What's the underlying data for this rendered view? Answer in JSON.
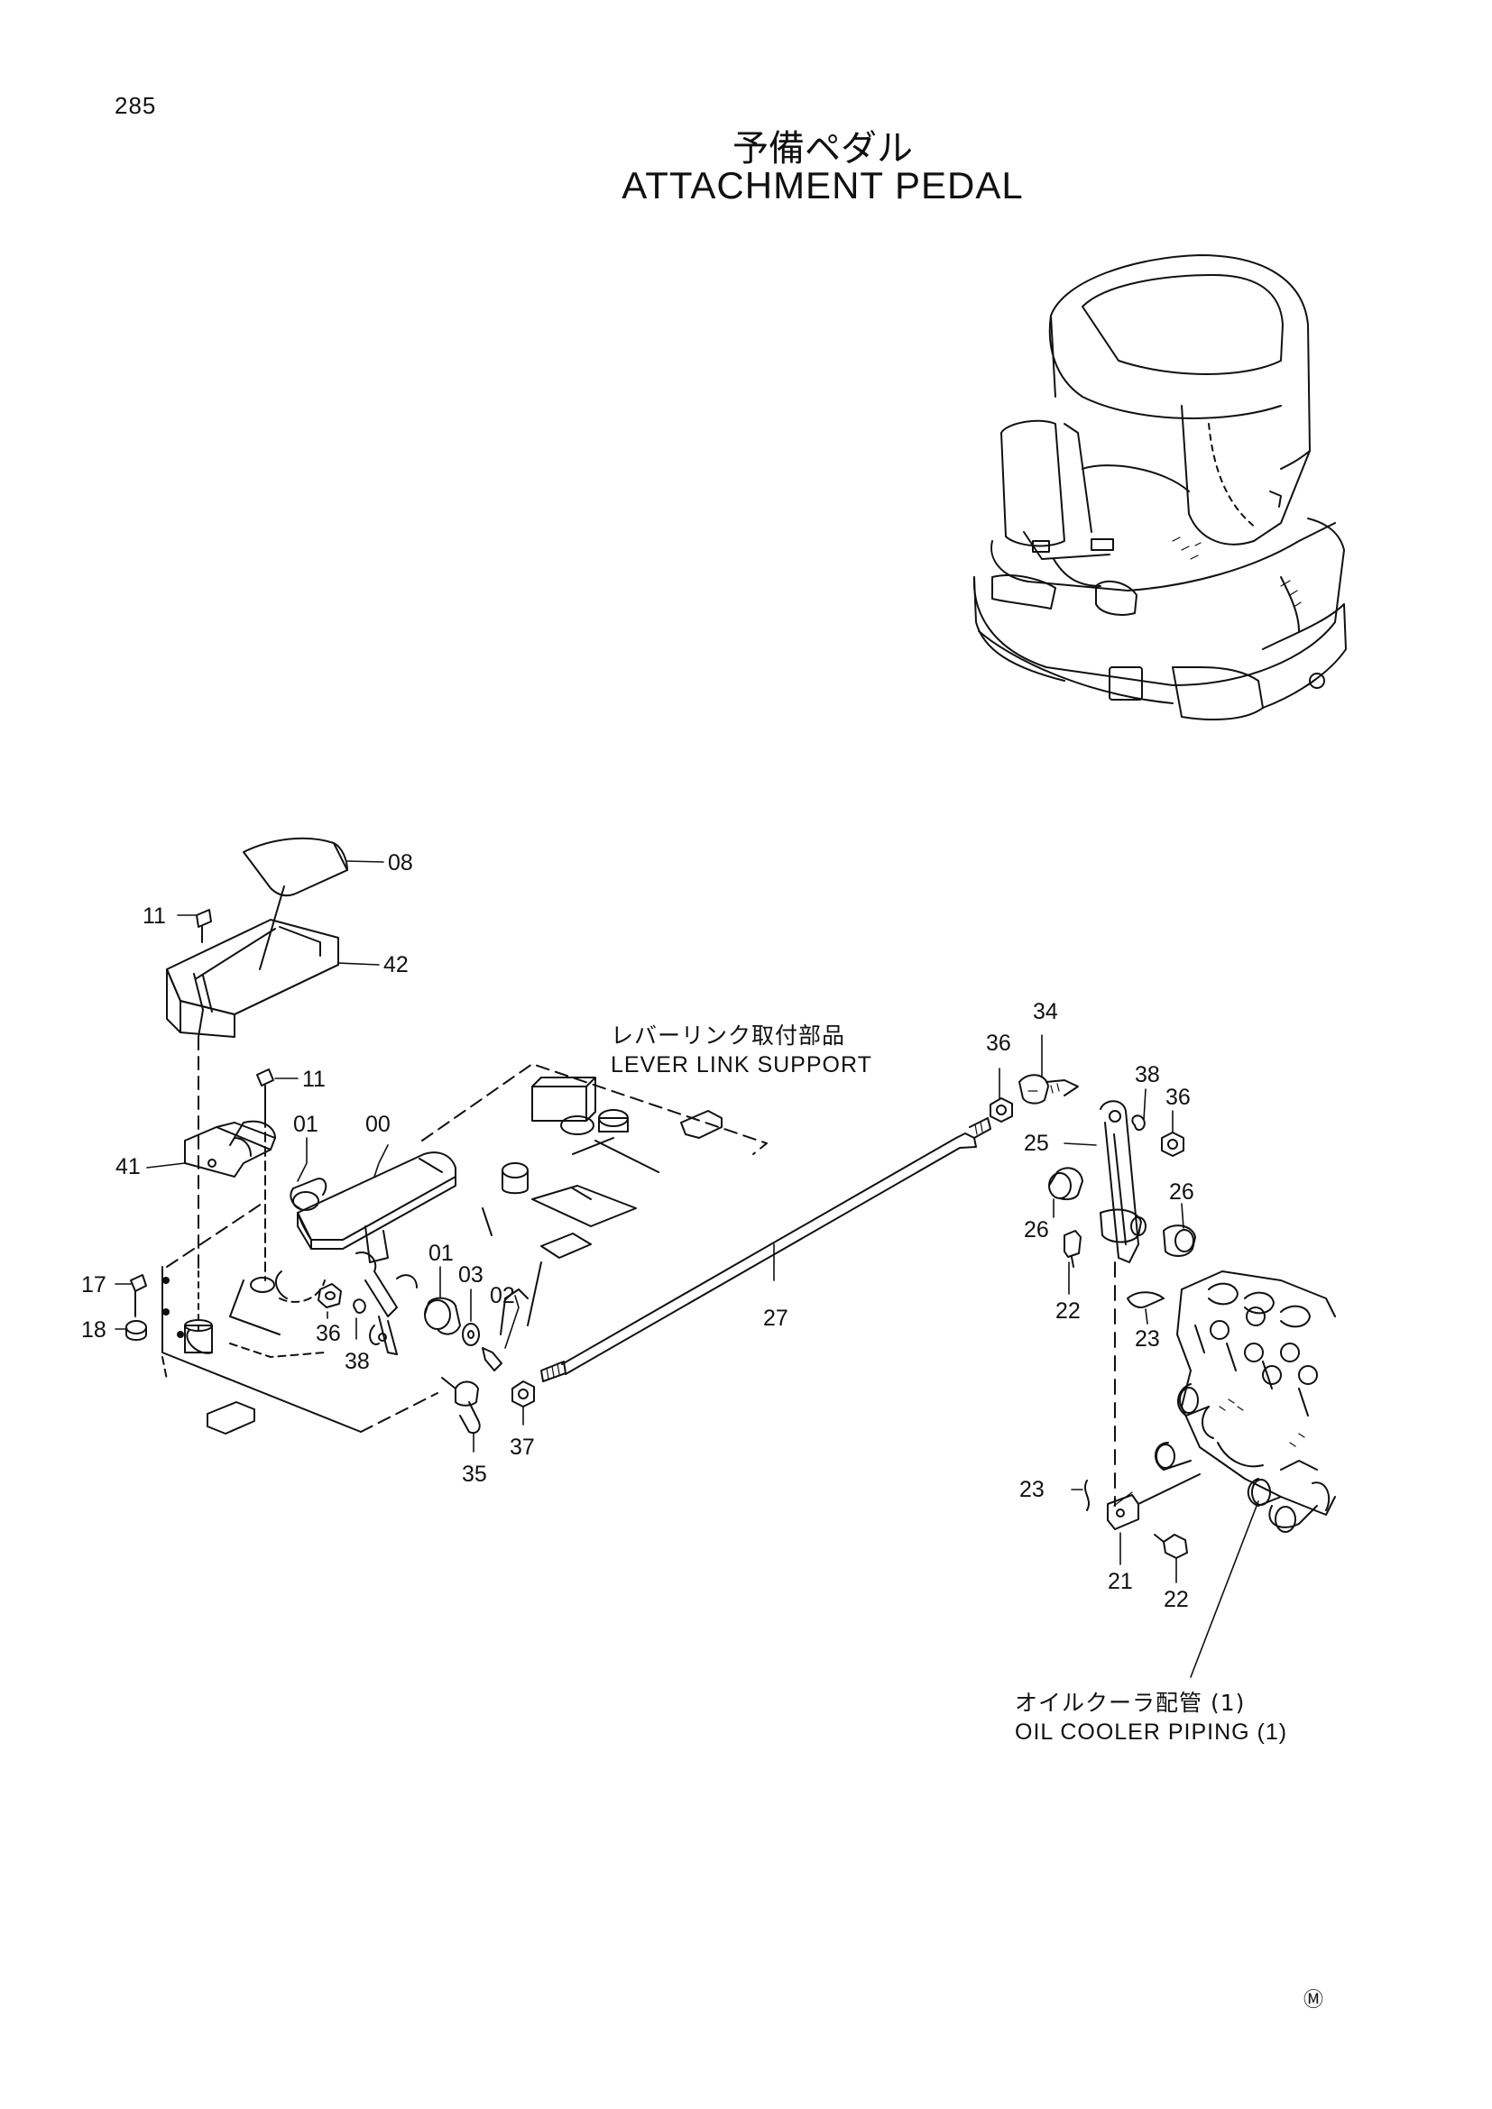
{
  "page": {
    "number": "285",
    "title_jp": "予備ペダル",
    "title_en": "ATTACHMENT PEDAL",
    "corner_mark": "Ⓜ"
  },
  "callouts": {
    "lever_link_support": {
      "jp": "レバーリンク取付部品",
      "en": "LEVER LINK SUPPORT"
    },
    "oil_cooler_piping": {
      "jp": "オイルクーラ配管 (1)",
      "en": "OIL COOLER PIPING (1)"
    }
  },
  "part_labels": {
    "p08": "08",
    "p11a": "11",
    "p42": "42",
    "p11b": "11",
    "p41": "41",
    "p01a": "01",
    "p00": "00",
    "p01b": "01",
    "p03": "03",
    "p02": "02",
    "p17": "17",
    "p18": "18",
    "p36a": "36",
    "p38a": "38",
    "p35": "35",
    "p37": "37",
    "p27": "27",
    "p34": "34",
    "p36b": "36",
    "p38b": "38",
    "p36c": "36",
    "p25": "25",
    "p26a": "26",
    "p26b": "26",
    "p22a": "22",
    "p23a": "23",
    "p23b": "23",
    "p21": "21",
    "p22b": "22"
  }
}
